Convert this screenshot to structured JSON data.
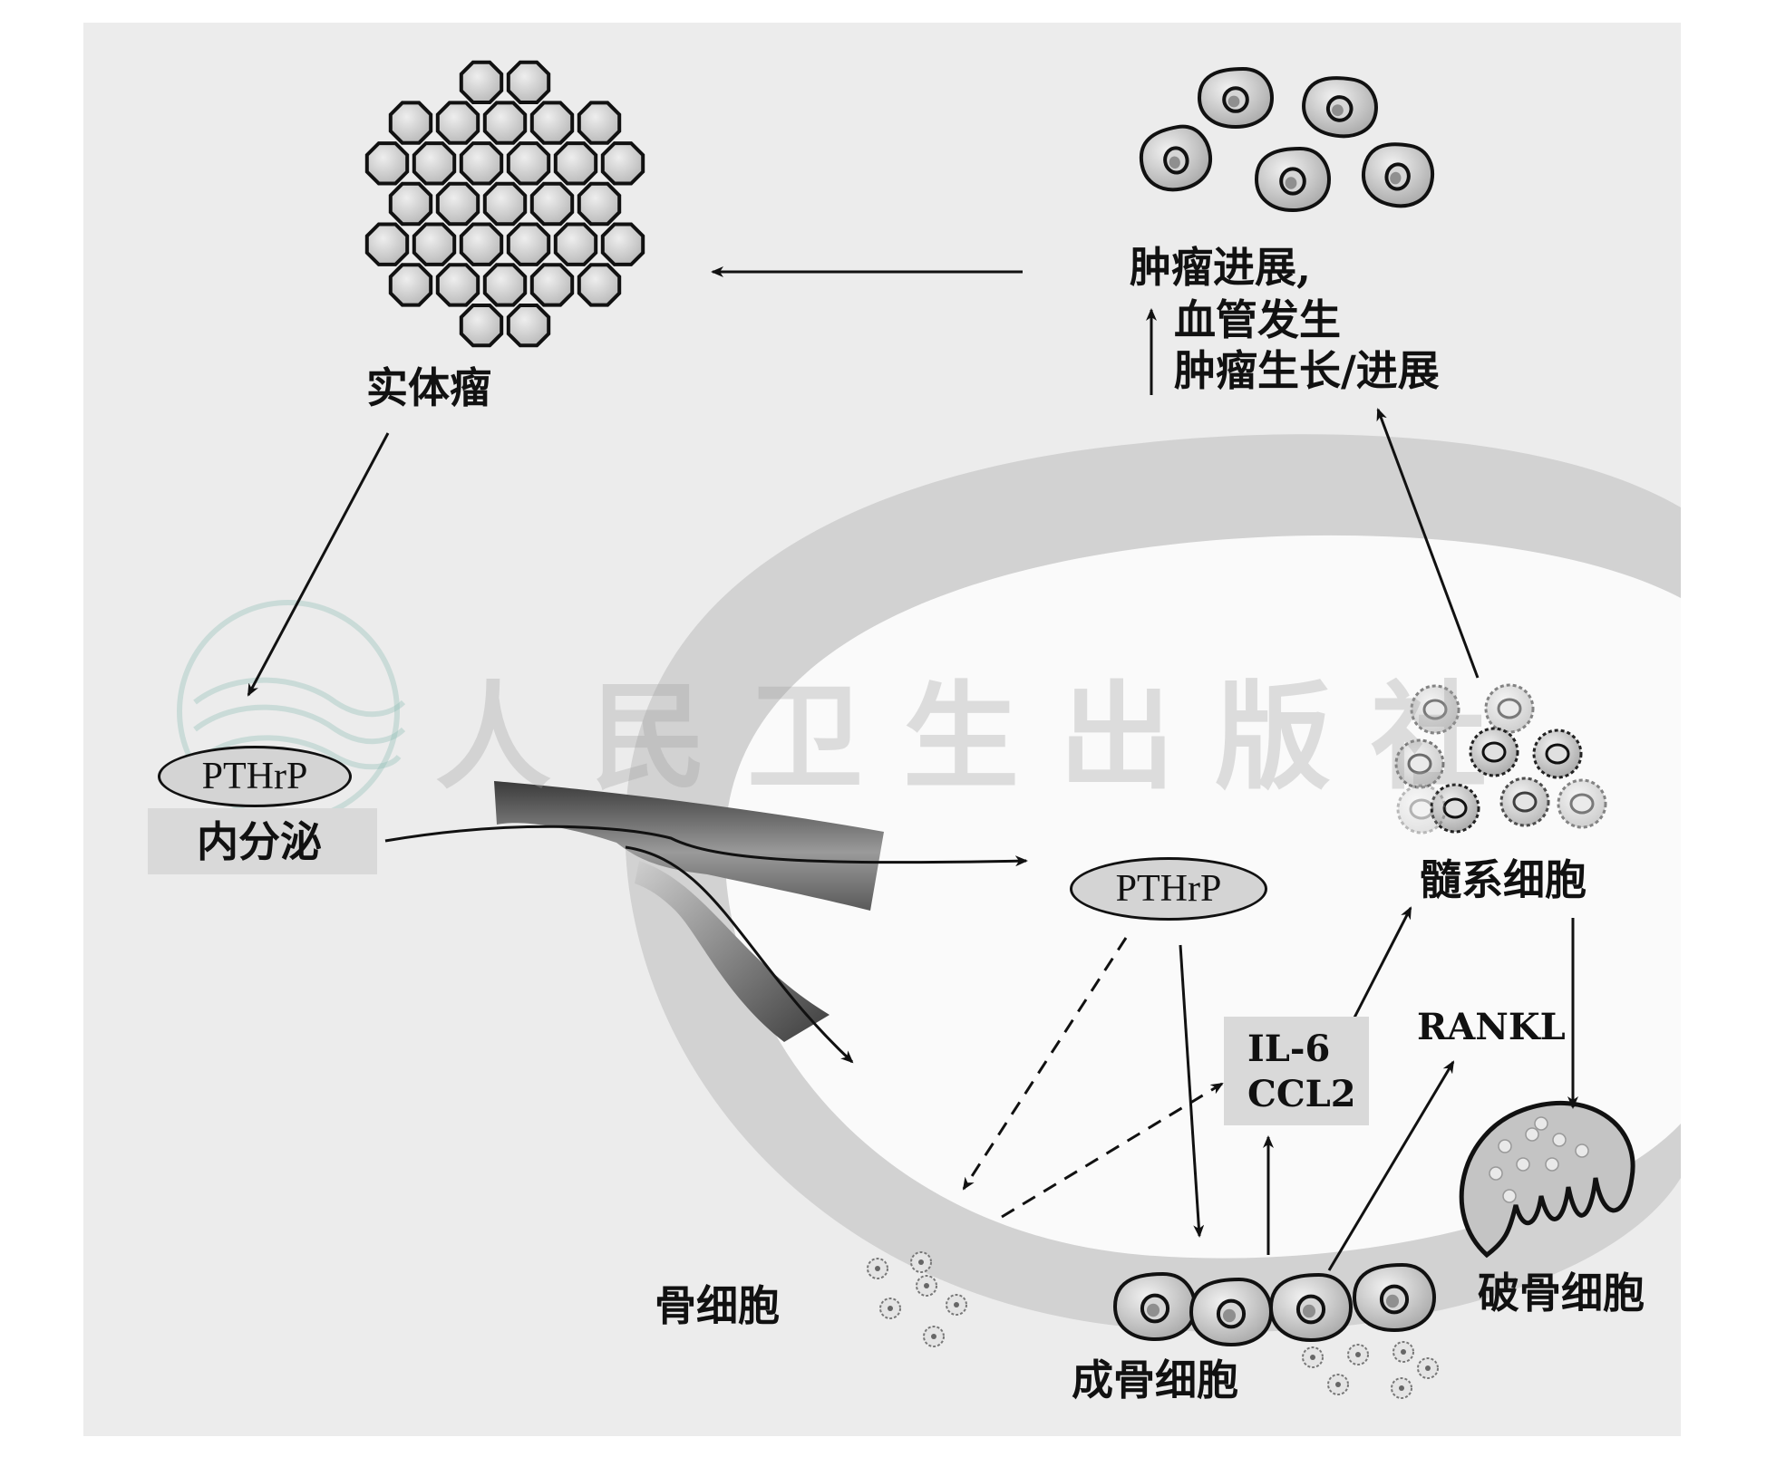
{
  "watermark": {
    "text": "人民卫生出版社"
  },
  "labels": {
    "solid_tumor": "实体瘤",
    "tumor_progress_title": "肿瘤进展,",
    "angiogenesis": "血管发生",
    "tumor_growth": "肿瘤生长/进展",
    "pthrp_left": "PTHrP",
    "endocrine": "内分泌",
    "pthrp_right": "PTHrP",
    "myeloid_cells": "髓系细胞",
    "il6": "IL-6",
    "ccl2": "CCL2",
    "rankl": "RANKL",
    "osteocyte": "骨细胞",
    "osteoblast": "成骨细胞",
    "osteoclast": "破骨细胞"
  },
  "colors": {
    "background": "#ffffff",
    "panel": "#ececec",
    "bone_ring": "#d2d2d2",
    "marrow": "#fafafa",
    "cell_fill": "#c8c8c8",
    "outline": "#111111"
  }
}
